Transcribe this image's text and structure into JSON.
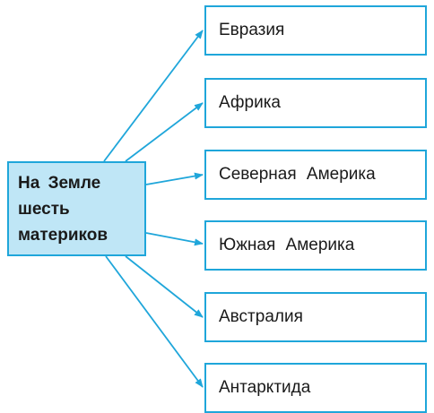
{
  "source": {
    "lines": [
      "На  Земле",
      "шесть",
      "материков"
    ]
  },
  "targets": [
    {
      "label": "Евразия"
    },
    {
      "label": "Африка"
    },
    {
      "label": "Северная  Америка"
    },
    {
      "label": "Южная  Америка"
    },
    {
      "label": "Австралия"
    },
    {
      "label": "Антарктида"
    }
  ],
  "colors": {
    "accent": "#1fa6da",
    "source_fill": "#bfe6f6",
    "text": "#1a1a1a"
  }
}
